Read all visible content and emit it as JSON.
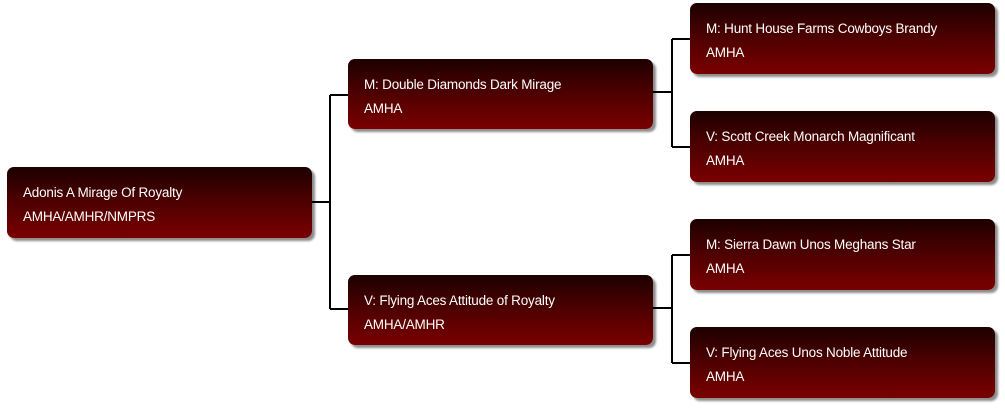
{
  "pedigree": {
    "subject": {
      "name": "Adonis A Mirage Of Royalty",
      "registry": "AMHA/AMHR/NMPRS"
    },
    "dam": {
      "name": "M: Double Diamonds Dark Mirage",
      "registry": "AMHA"
    },
    "sire": {
      "name": "V: Flying Aces Attitude of Royalty",
      "registry": "AMHA/AMHR"
    },
    "dam_dam": {
      "name": "M: Hunt House Farms Cowboys Brandy",
      "registry": "AMHA"
    },
    "dam_sire": {
      "name": "V: Scott Creek Monarch Magnificant",
      "registry": "AMHA"
    },
    "sire_dam": {
      "name": "M: Sierra Dawn Unos Meghans Star",
      "registry": "AMHA"
    },
    "sire_sire": {
      "name": "V: Flying Aces Unos Noble Attitude",
      "registry": "AMHA"
    }
  },
  "colors": {
    "node_top": "#1c0000",
    "node_bottom": "#7a0000",
    "text": "#ffffff",
    "connector": "#000000"
  }
}
